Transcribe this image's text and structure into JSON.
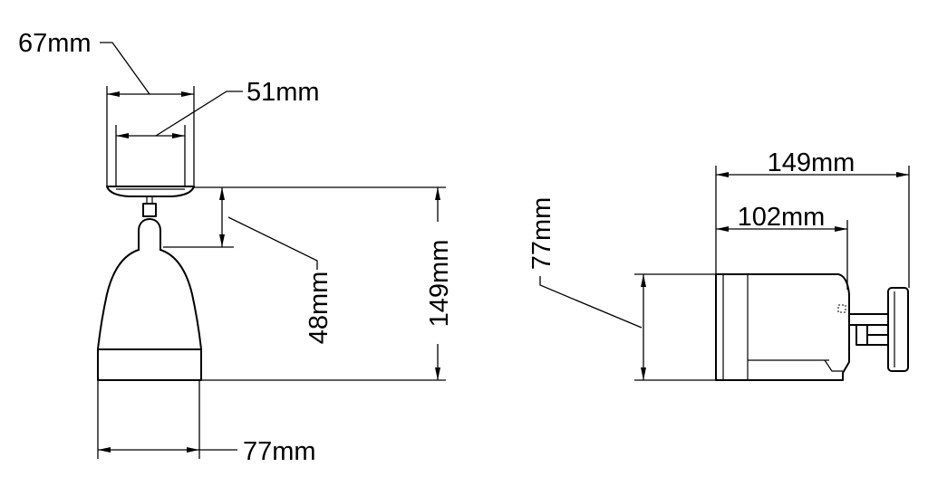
{
  "front_view": {
    "width_overall": "67mm",
    "width_base": "51mm",
    "neck_height": "48mm",
    "height": "149mm",
    "body_width": "77mm"
  },
  "side_view": {
    "height": "77mm",
    "length_overall": "149mm",
    "body_length": "102mm"
  }
}
